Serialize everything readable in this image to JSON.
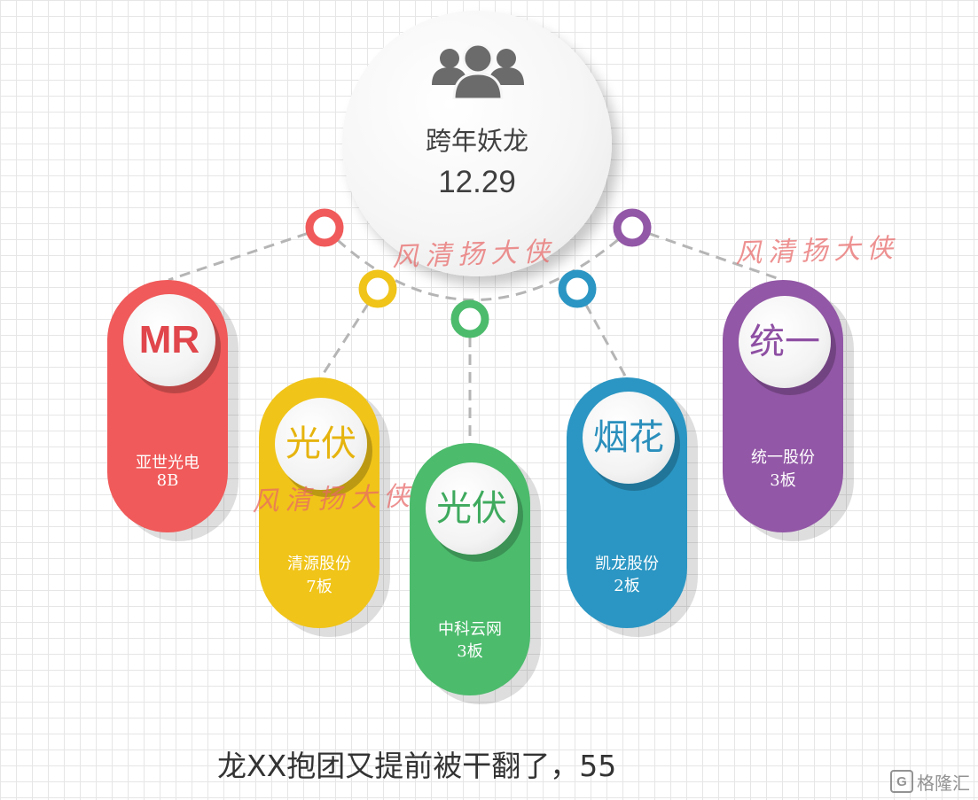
{
  "hub": {
    "title": "跨年妖龙",
    "value": "12.29",
    "icon": "people-group-icon"
  },
  "nodes": [
    {
      "badge": "MR",
      "name": "亚世光电",
      "sub": "8B",
      "color": "#f05a5a"
    },
    {
      "badge": "光伏",
      "name": "清源股份",
      "sub": "7板",
      "color": "#f0c419"
    },
    {
      "badge": "光伏",
      "name": "中科云网",
      "sub": "3板",
      "color": "#4cbb6c"
    },
    {
      "badge": "烟花",
      "name": "凯龙股份",
      "sub": "2板",
      "color": "#2b96c3"
    },
    {
      "badge": "统一",
      "name": "统一股份",
      "sub": "3板",
      "color": "#9257a6"
    }
  ],
  "watermark": "风清扬大侠",
  "caption": "龙XX抱团又提前被干翻了，55",
  "brand": {
    "label": "格隆汇",
    "icon": "G"
  }
}
